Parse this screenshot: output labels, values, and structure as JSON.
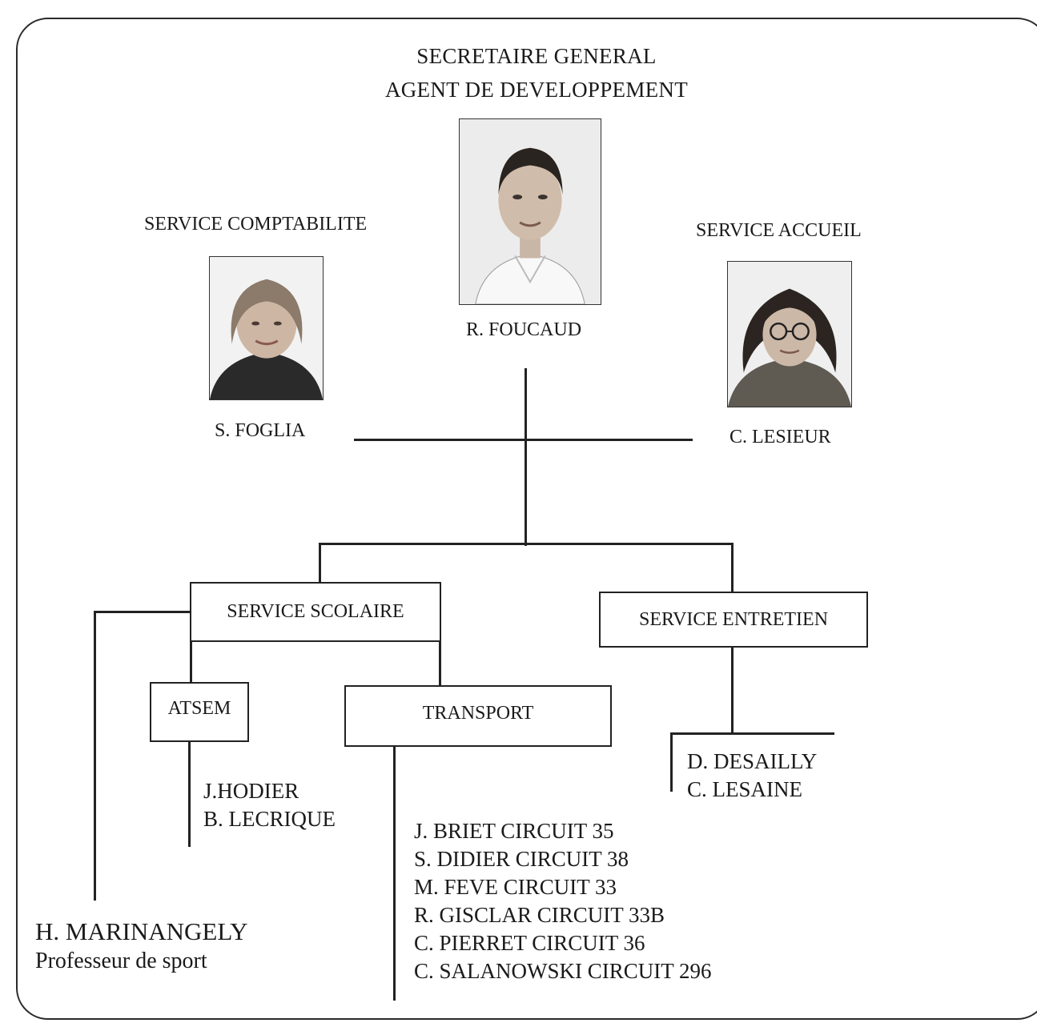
{
  "header": {
    "title_line1": "SECRETAIRE GENERAL",
    "title_line2": "AGENT DE DEVELOPPEMENT"
  },
  "top": {
    "name": "R. FOUCAUD"
  },
  "left_service": {
    "title": "SERVICE COMPTABILITE",
    "name": "S. FOGLIA"
  },
  "right_service": {
    "title": "SERVICE ACCUEIL",
    "name": "C. LESIEUR"
  },
  "services": {
    "scolaire": "SERVICE SCOLAIRE",
    "entretien": "SERVICE ENTRETIEN",
    "atsem": "ATSEM",
    "transport": "TRANSPORT"
  },
  "atsem_staff": [
    "J.HODIER",
    "B. LECRIQUE"
  ],
  "entretien_staff": [
    "D. DESAILLY",
    "C. LESAINE"
  ],
  "transport_staff": [
    "J. BRIET CIRCUIT 35",
    "S. DIDIER CIRCUIT 38",
    "M. FEVE CIRCUIT 33",
    "R. GISCLAR CIRCUIT 33B",
    "C. PIERRET CIRCUIT 36",
    "C. SALANOWSKI CIRCUIT 296"
  ],
  "sport": {
    "name": "H. MARINANGELY",
    "role": "Professeur de sport"
  },
  "icons": {
    "photo_foucaud": "portrait-photo",
    "photo_foglia": "portrait-photo",
    "photo_lesieur": "portrait-photo"
  },
  "colors": {
    "ink": "#1a1a1a",
    "paper": "#ffffff"
  }
}
